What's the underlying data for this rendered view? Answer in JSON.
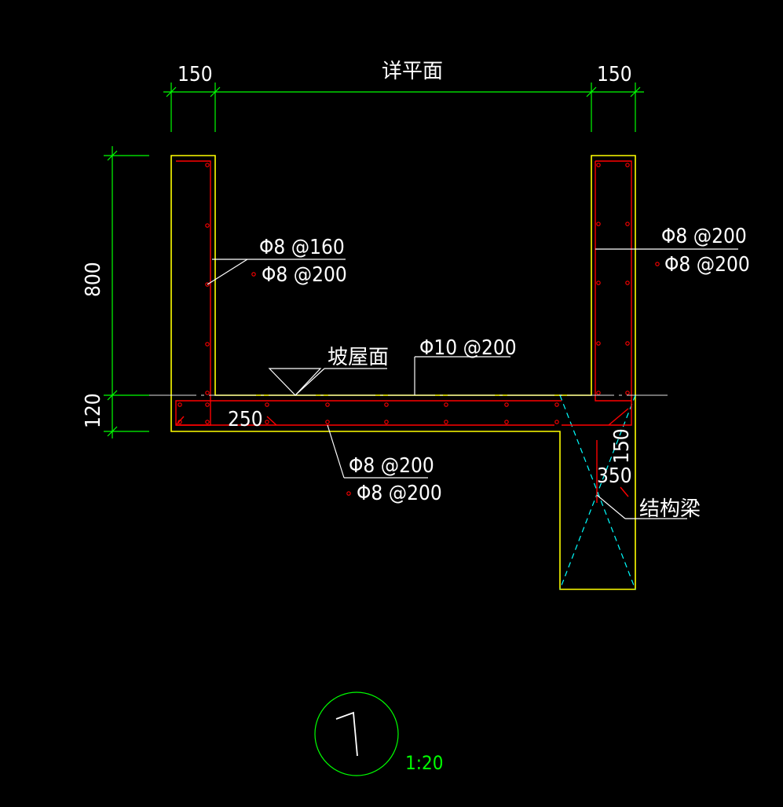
{
  "drawing": {
    "dimensions": {
      "top_left_width": "150",
      "top_middle": "详平面",
      "top_right_width": "150",
      "wall_height": "800",
      "slab_thickness": "120",
      "slab_ext": "250",
      "beam_offset": "150",
      "beam_depth": "350"
    },
    "rebar_labels": {
      "left_wall_vertical": "Φ8 @160",
      "left_wall_horizontal": "Φ8 @200",
      "right_wall_vertical": "Φ8 @200",
      "right_wall_horizontal": "Φ8 @200",
      "slab_top": "Φ10 @200",
      "slab_bottom_1": "Φ8 @200",
      "slab_bottom_2": "Φ8 @200"
    },
    "annotations": {
      "roof_slope": "坡屋面",
      "structural_beam": "结构梁"
    },
    "title_block": {
      "detail_number": "1",
      "scale": "1:20"
    }
  },
  "colors": {
    "background": "#000000",
    "outline": "#ffff00",
    "rebar": "#ff0000",
    "dimension": "#00ff00",
    "text": "#ffffff",
    "hidden": "#00ffff"
  }
}
